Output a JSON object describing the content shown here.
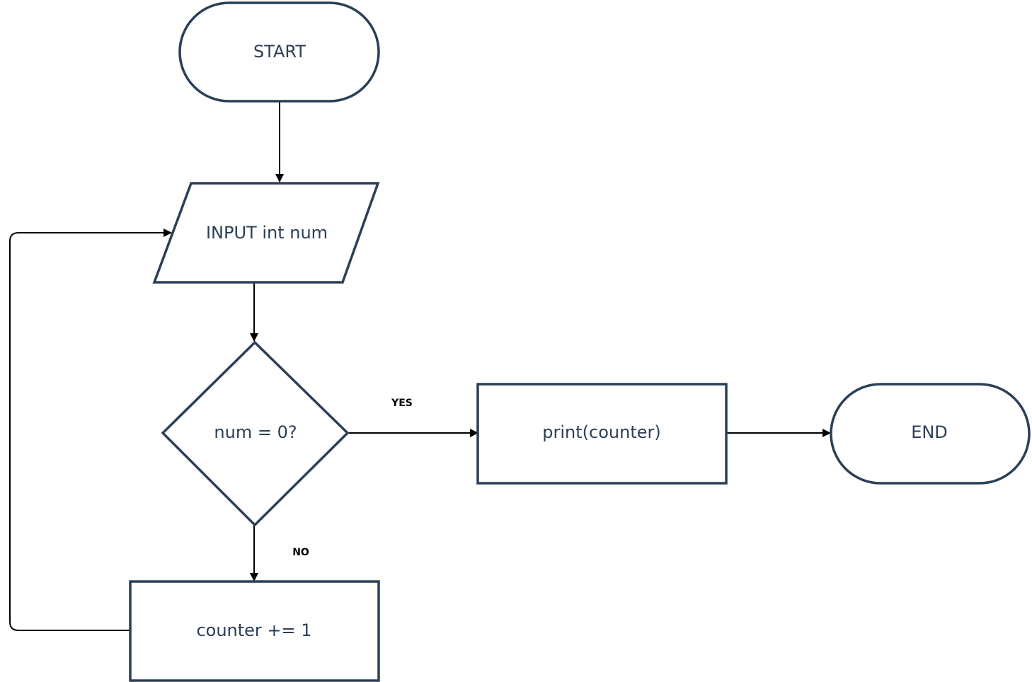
{
  "diagram": {
    "type": "flowchart",
    "colors": {
      "shape_stroke": "#2b3f57",
      "text": "#2b3f57",
      "arrow": "#000000",
      "background": "#ffffff"
    },
    "nodes": {
      "start": {
        "shape": "terminator",
        "label": "START"
      },
      "input": {
        "shape": "parallelogram",
        "label": "INPUT int num"
      },
      "decision": {
        "shape": "diamond",
        "label": "num = 0?"
      },
      "print": {
        "shape": "rectangle",
        "label": "print(counter)"
      },
      "end": {
        "shape": "terminator",
        "label": "END"
      },
      "increment": {
        "shape": "rectangle",
        "label": "counter += 1"
      }
    },
    "edges": [
      {
        "from": "start",
        "to": "input",
        "label": ""
      },
      {
        "from": "input",
        "to": "decision",
        "label": ""
      },
      {
        "from": "decision",
        "to": "print",
        "label": "YES"
      },
      {
        "from": "print",
        "to": "end",
        "label": ""
      },
      {
        "from": "decision",
        "to": "increment",
        "label": "NO"
      },
      {
        "from": "increment",
        "to": "input",
        "label": ""
      }
    ],
    "labels": {
      "yes": "YES",
      "no": "NO"
    }
  }
}
